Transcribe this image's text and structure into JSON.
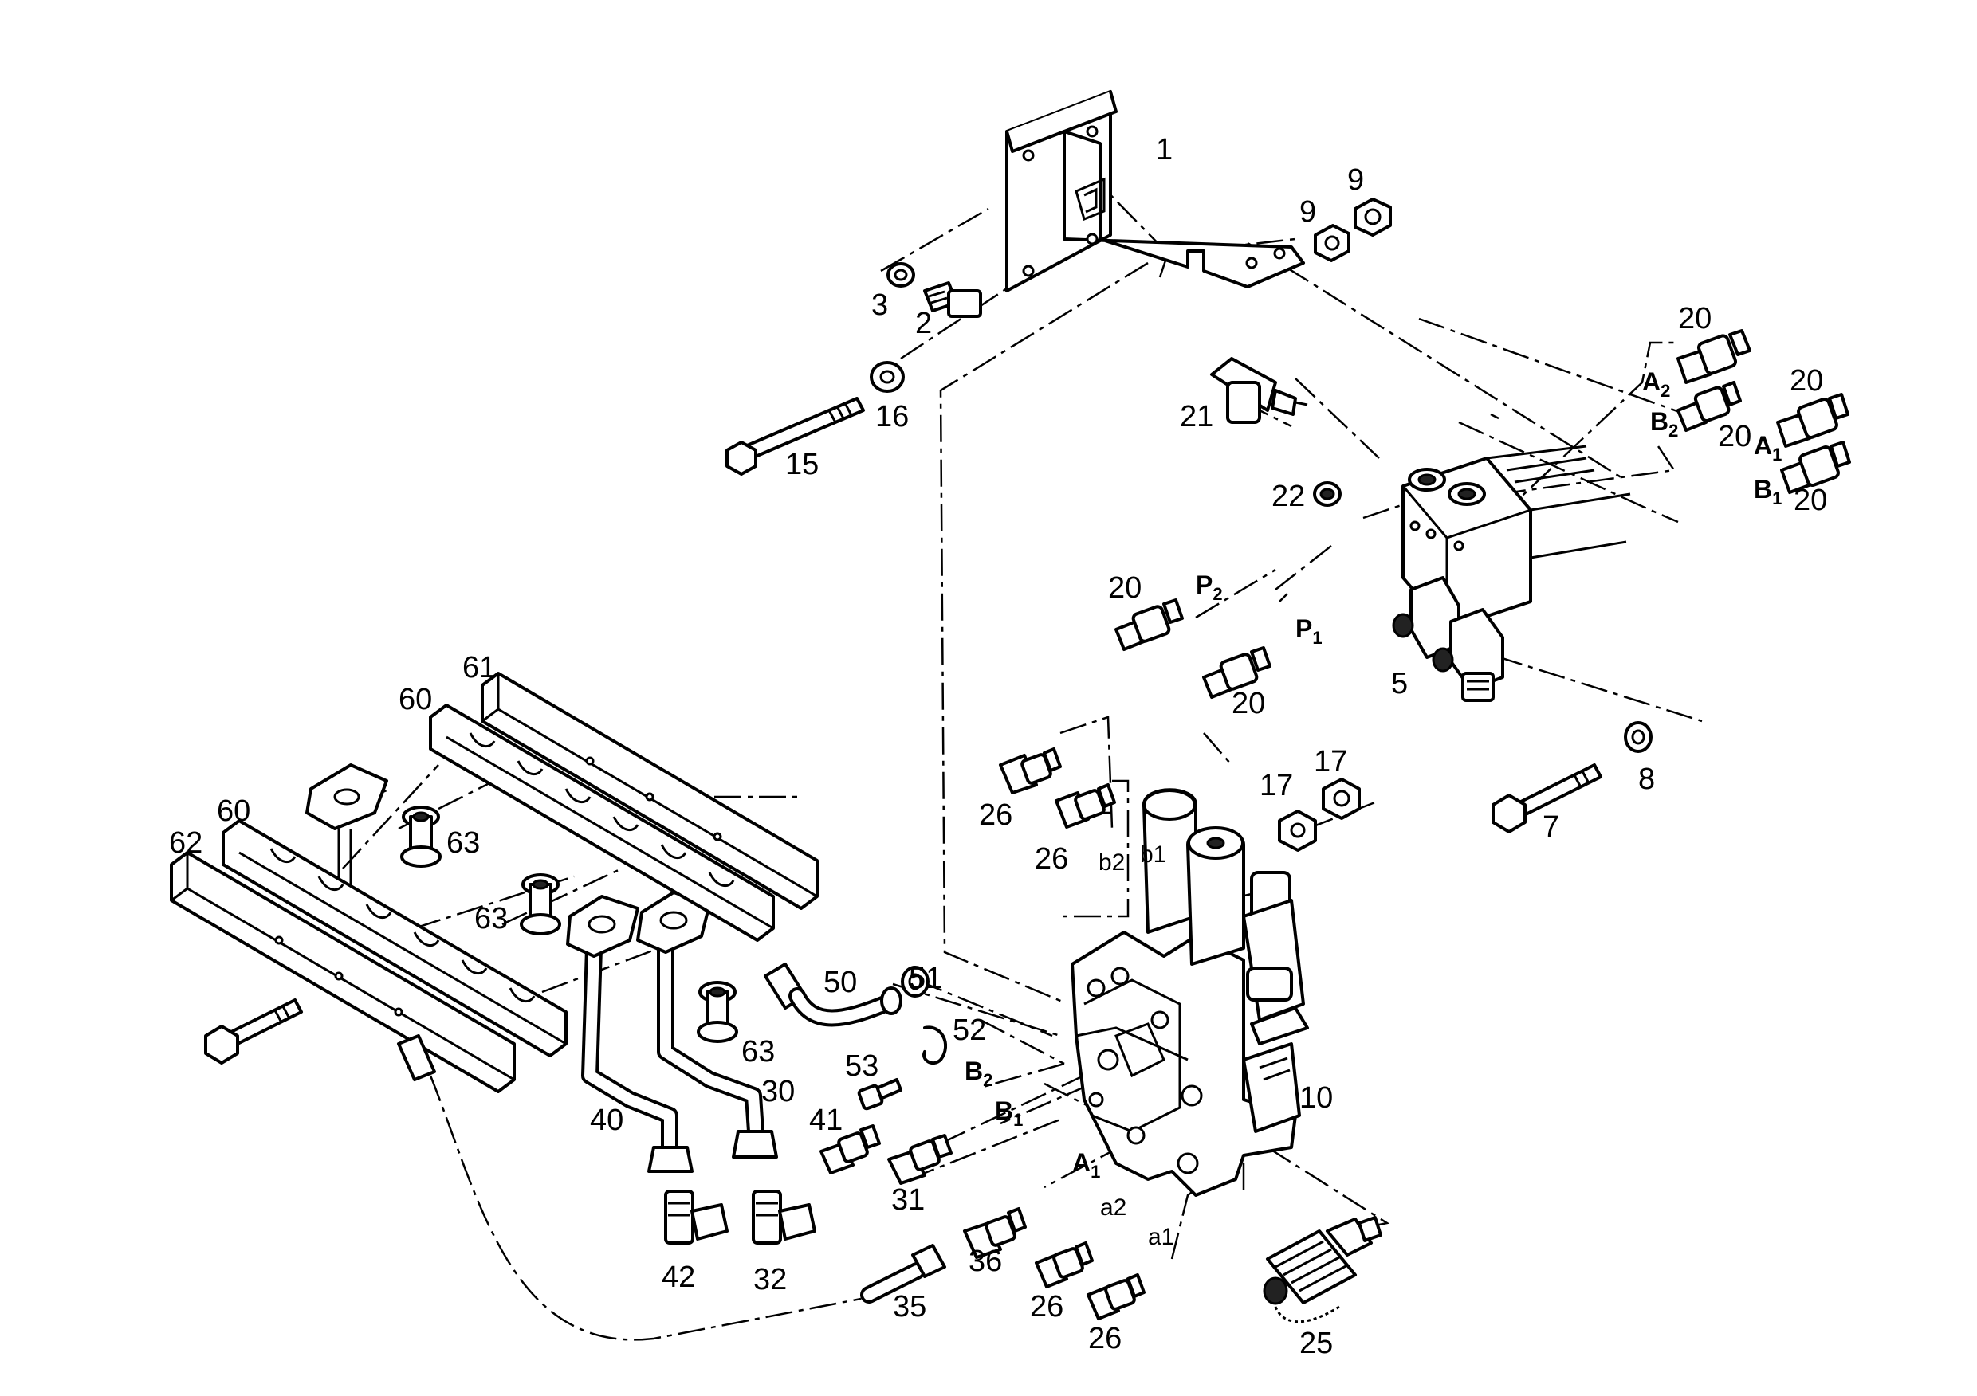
{
  "part_numbers": {
    "p1": "1",
    "p2": "2",
    "p3": "3",
    "p5": "5",
    "p7": "7",
    "p8": "8",
    "p9a": "9",
    "p9b": "9",
    "p10": "10",
    "p15": "15",
    "p16": "16",
    "p17a": "17",
    "p17b": "17",
    "p20a": "20",
    "p20b": "20",
    "p20c": "20",
    "p20d": "20",
    "p20e": "20",
    "p20f": "20",
    "p21": "21",
    "p22": "22",
    "p25": "25",
    "p26a": "26",
    "p26b": "26",
    "p26c": "26",
    "p26d": "26",
    "p30": "30",
    "p31": "31",
    "p32": "32",
    "p35": "35",
    "p36": "36",
    "p40": "40",
    "p41": "41",
    "p42": "42",
    "p50": "50",
    "p51": "51",
    "p52": "52",
    "p53": "53",
    "p60a": "60",
    "p60b": "60",
    "p61": "61",
    "p62": "62",
    "p63a": "63",
    "p63b": "63",
    "p63c": "63"
  },
  "port_labels": {
    "A2": {
      "base": "A",
      "sub": "2"
    },
    "B2": {
      "base": "B",
      "sub": "2"
    },
    "A1": {
      "base": "A",
      "sub": "1"
    },
    "B1": {
      "base": "B",
      "sub": "1"
    },
    "P2": {
      "base": "P",
      "sub": "2"
    },
    "P1": {
      "base": "P",
      "sub": "1"
    },
    "vB2": {
      "base": "B",
      "sub": "2"
    },
    "vB1": {
      "base": "B",
      "sub": "1"
    },
    "vA1": {
      "base": "A",
      "sub": "1"
    },
    "b2": "b2",
    "b1": "b1",
    "a2": "a2",
    "a1": "a1"
  }
}
